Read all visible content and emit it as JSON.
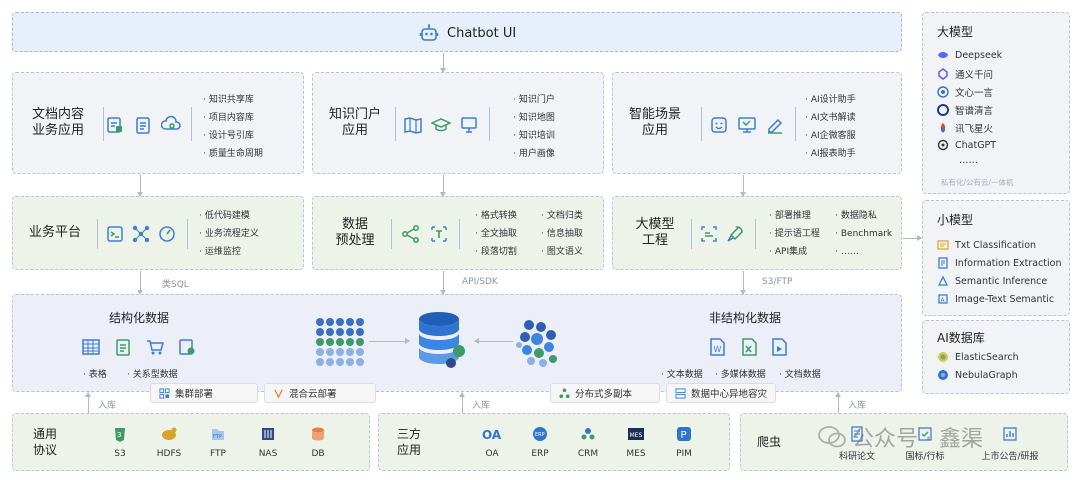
{
  "header": {
    "title": "Chatbot UI",
    "icon": "robot-icon"
  },
  "apps": [
    {
      "title": "文档内容\n业务应用",
      "items": [
        "知识共享库",
        "项目内容库",
        "设计号引库",
        "质量生命周期"
      ]
    },
    {
      "title": "知识门户\n应用",
      "items": [
        "知识门户",
        "知识地图",
        "知识培训",
        "用户画像"
      ]
    },
    {
      "title": "智能场景\n应用",
      "items": [
        "AI设计助手",
        "AI文书解读",
        "AI企微客服",
        "AI报表助手"
      ]
    }
  ],
  "platforms": [
    {
      "title": "业务平台",
      "items": [
        "低代码建模",
        "业务流程定义",
        "运维监控"
      ]
    },
    {
      "title": "数据\n预处理",
      "items_left": [
        "格式转换",
        "全文抽取",
        "段落切割"
      ],
      "items_right": [
        "文档归类",
        "信息抽取",
        "图文语义"
      ]
    },
    {
      "title": "大模型\n工程",
      "items_left": [
        "部署推理",
        "提示语工程",
        "API集成"
      ],
      "items_right": [
        "数据隐私",
        "Benchmark",
        "……"
      ]
    }
  ],
  "connectors": {
    "sql": "类SQL",
    "api": "API/SDK",
    "s3ftp": "S3/FTP",
    "ingest": "入库"
  },
  "data_layer": {
    "structured_title": "结构化数据",
    "structured_items": [
      "表格",
      "关系型数据"
    ],
    "unstructured_title": "非结构化数据",
    "unstructured_items": [
      "文本数据",
      "多媒体数据",
      "文档数据"
    ]
  },
  "deploy": [
    "集群部署",
    "混合云部署",
    "分布式多副本",
    "数据中心异地容灾"
  ],
  "sources": [
    {
      "title": "通用\n协议",
      "items": [
        "S3",
        "HDFS",
        "FTP",
        "NAS",
        "DB"
      ]
    },
    {
      "title": "三方\n应用",
      "items": [
        "OA",
        "ERP",
        "CRM",
        "MES",
        "PIM"
      ]
    },
    {
      "title": "爬虫",
      "items": [
        "科研论文",
        "国标/行标",
        "上市公告/研报"
      ]
    }
  ],
  "large_models": {
    "title": "大模型",
    "items": [
      "Deepseek",
      "通义千问",
      "文心一言",
      "智谱清言",
      "讯飞星火",
      "ChatGPT",
      "……"
    ],
    "footnote": "私有化/公有云/一体机"
  },
  "small_models": {
    "title": "小模型",
    "items": [
      "Txt Classification",
      "Information Extraction",
      "Semantic Inference",
      "Image-Text Semantic"
    ]
  },
  "ai_db": {
    "title": "AI数据库",
    "items": [
      "ElasticSearch",
      "NebulaGraph"
    ]
  },
  "watermark": "公众号 · 鑫渠",
  "colors": {
    "accent": "#3b7fd4",
    "green": "#3d9b6a",
    "navy": "#2f4a8a"
  }
}
